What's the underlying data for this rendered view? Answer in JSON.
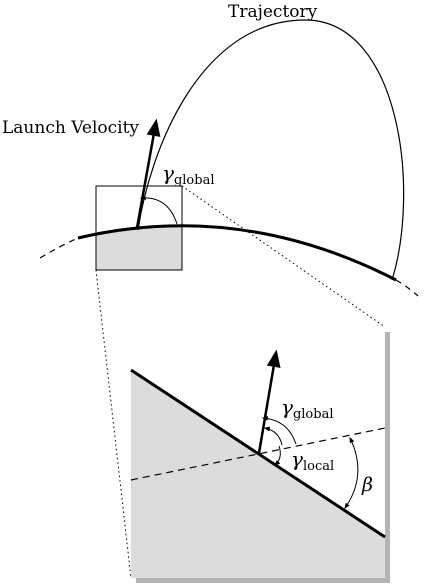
{
  "labels": {
    "trajectory": "Trajectory",
    "launch_velocity": "Launch Velocity",
    "gamma_symbol": "γ",
    "global_sub": "global",
    "local_sub": "local",
    "beta": "β"
  },
  "colors": {
    "ground_fill": "#dcdcdc",
    "line": "#000000",
    "shadow": "#b4b4b4",
    "background": "#ffffff"
  }
}
